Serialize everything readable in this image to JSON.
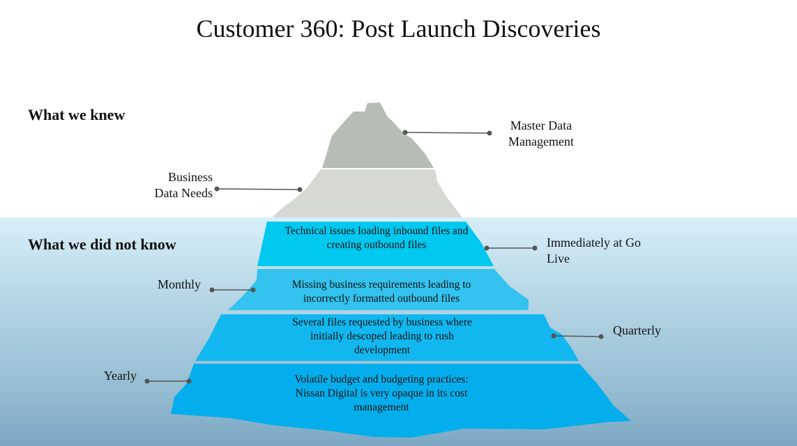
{
  "title": "Customer 360: Post Launch Discoveries",
  "headings": {
    "knew": "What we knew",
    "not_knew": "What we did not know"
  },
  "above_water": {
    "peak_label": "Master Data Management",
    "upper_label": "Business Data Needs"
  },
  "tiers": [
    {
      "text": "Technical issues loading inbound files and creating outbound files",
      "timing": "Immediately at Go Live"
    },
    {
      "text": "Missing business requirements leading to incorrectly formatted outbound files",
      "timing": "Monthly"
    },
    {
      "text": "Several files requested by business where initially descoped leading to rush development",
      "timing": "Quarterly"
    },
    {
      "text": "Volatile budget and budgeting practices: Nissan Digital is very opaque in its cost management",
      "timing": "Yearly"
    }
  ],
  "colors": {
    "peak": "#b6bdb5",
    "upper": "#d6d9d3",
    "tier1": "#00c8ef",
    "tier2": "#33c3ee",
    "tier3": "#12b7ef",
    "tier4": "#04aeec",
    "connector": "#555555"
  }
}
